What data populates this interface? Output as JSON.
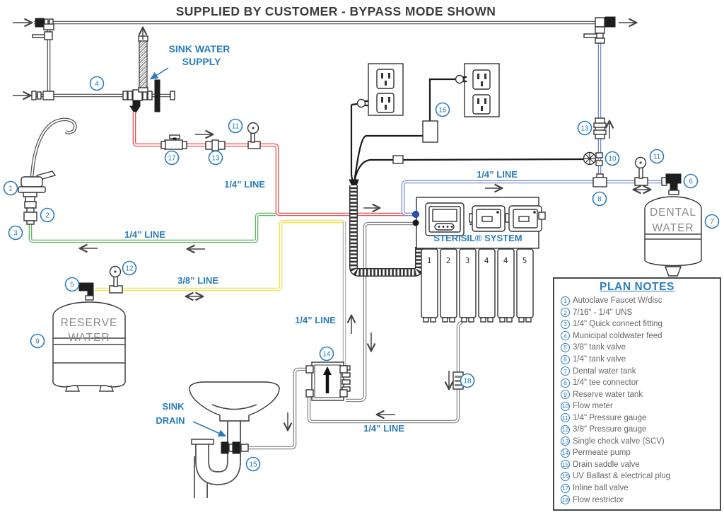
{
  "title": "SUPPLIED BY CUSTOMER - BYPASS MODE SHOWN",
  "labels": {
    "quarter_line": "1/4” LINE",
    "three_eighth_line": "3/8” LINE",
    "sink_water_supply_1": "SINK WATER",
    "sink_water_supply_2": "SUPPLY",
    "sink_drain_1": "SINK",
    "sink_drain_2": "DRAIN"
  },
  "sterisil": {
    "name": "STERISIL® SYSTEM",
    "cartridges": [
      "1",
      "2",
      "3",
      "4",
      "4",
      "5"
    ]
  },
  "tanks": {
    "reserve_1": "RESERVE",
    "reserve_2": "WATER",
    "dental_1": "DENTAL",
    "dental_2": "WATER"
  },
  "callouts": {
    "c1": "1",
    "c2": "2",
    "c3": "3",
    "c4": "4",
    "c5": "5",
    "c6": "6",
    "c7": "7",
    "c8": "8",
    "c9": "9",
    "c10": "10",
    "c11_left": "11",
    "c11_right": "11",
    "c12": "12",
    "c13_left": "13",
    "c13_right": "13",
    "c14": "14",
    "c15": "15",
    "c16": "16",
    "c17": "17",
    "c18": "18"
  },
  "plan_notes": {
    "title": "PLAN NOTES",
    "items": [
      {
        "num": "1",
        "label": "Autoclave Faucet W/disc"
      },
      {
        "num": "2",
        "label": "7/16\" - 1/4\" UNS"
      },
      {
        "num": "3",
        "label": "1/4\" Quick connect fitting"
      },
      {
        "num": "4",
        "label": "Municipal coldwater feed"
      },
      {
        "num": "5",
        "label": "3/8\" tank valve"
      },
      {
        "num": "6",
        "label": "1/4\" tank valve"
      },
      {
        "num": "7",
        "label": "Dental water tank"
      },
      {
        "num": "8",
        "label": "1/4\" tee connector"
      },
      {
        "num": "9",
        "label": "Reserve water tank"
      },
      {
        "num": "10",
        "label": "Flow meter"
      },
      {
        "num": "11",
        "label": "1/4\" Pressure gauge"
      },
      {
        "num": "12",
        "label": "3/8\" Pressure gauge"
      },
      {
        "num": "13",
        "label": "Single check valve (SCV)"
      },
      {
        "num": "14",
        "label": "Permeate pump"
      },
      {
        "num": "15",
        "label": "Drain saddle valve"
      },
      {
        "num": "16",
        "label": "UV Ballast & electrical plug"
      },
      {
        "num": "17",
        "label": "Inline ball valve"
      },
      {
        "num": "18",
        "label": "Flow restrictor"
      }
    ]
  },
  "colors": {
    "accent_blue": "#2a7dbd",
    "red_line": "#ee4d4d",
    "green_line": "#5cb75f",
    "yellow_line": "#f2e24a",
    "blue_line": "#7b8fd0",
    "gray_line": "#9a9a9a",
    "dark": "#3d3d3d"
  }
}
